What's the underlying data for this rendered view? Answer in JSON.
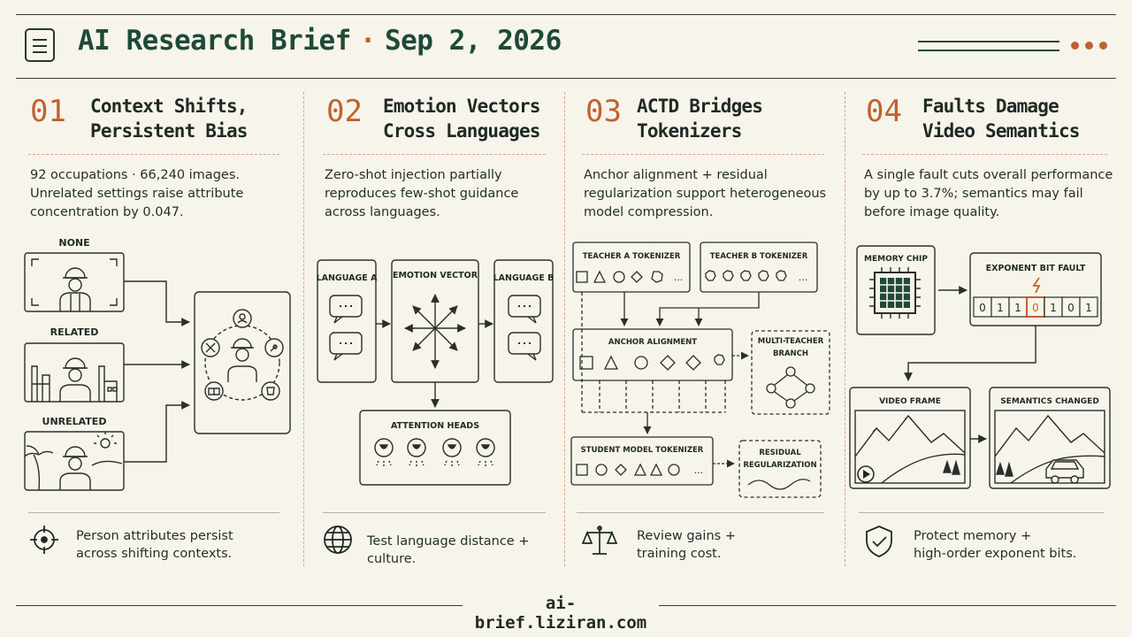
{
  "header": {
    "title": "AI Research Brief",
    "separator": "·",
    "date": "Sep 2, 2026",
    "logo_icon": "document-icon"
  },
  "colors": {
    "accent": "#c0622e",
    "brand": "#1f4a37",
    "ink": "#1f2a24",
    "paper": "#f7f4ec"
  },
  "panels": [
    {
      "number": "01",
      "title_lines": [
        "Context Shifts,",
        "Persistent Bias"
      ],
      "body_lines": [
        "92 occupations · 66,240 images.",
        "Unrelated settings raise attribute",
        "concentration by 0.047."
      ],
      "diagram": {
        "label_none": "NONE",
        "label_related": "RELATED",
        "label_unrelated": "UNRELATED"
      },
      "footer_icon": "crosshair-icon",
      "footer_lines": [
        "Person attributes persist",
        "across shifting contexts."
      ]
    },
    {
      "number": "02",
      "title_lines": [
        "Emotion Vectors",
        "Cross Languages"
      ],
      "body_lines": [
        "Zero-shot injection partially",
        "reproduces few-shot guidance",
        "across languages."
      ],
      "diagram": {
        "language_a": "LANGUAGE A",
        "emotion_vector": "EMOTION VECTOR",
        "language_b": "LANGUAGE B",
        "attention_heads": "ATTENTION HEADS"
      },
      "footer_icon": "globe-icon",
      "footer_lines": [
        "Test language distance + culture."
      ]
    },
    {
      "number": "03",
      "title_lines": [
        "ACTD Bridges",
        "Tokenizers"
      ],
      "body_lines": [
        "Anchor alignment + residual",
        "regularization support heterogeneous",
        "model compression."
      ],
      "diagram": {
        "teacher_a": "TEACHER A TOKENIZER",
        "teacher_b": "TEACHER B TOKENIZER",
        "anchor_alignment": "ANCHOR ALIGNMENT",
        "multi_teacher_1": "MULTI-TEACHER",
        "multi_teacher_2": "BRANCH",
        "student": "STUDENT MODEL TOKENIZER",
        "residual_1": "RESIDUAL",
        "residual_2": "REGULARIZATION",
        "ellipsis": "..."
      },
      "footer_icon": "scales-icon",
      "footer_lines": [
        "Review gains +",
        "training cost."
      ]
    },
    {
      "number": "04",
      "title_lines": [
        "Faults Damage",
        "Video Semantics"
      ],
      "body_lines": [
        "A single fault cuts overall performance",
        "by up to 3.7%; semantics may fail",
        "before image quality."
      ],
      "diagram": {
        "memory_chip": "MEMORY CHIP",
        "exponent_fault": "EXPONENT BIT FAULT",
        "bits": [
          "0",
          "1",
          "1",
          "0",
          "1",
          "0",
          "1"
        ],
        "flipped_index": 3,
        "video_frame": "VIDEO FRAME",
        "semantics_changed": "SEMANTICS CHANGED"
      },
      "footer_icon": "shield-check-icon",
      "footer_lines": [
        "Protect memory +",
        "high-order exponent bits."
      ]
    }
  ],
  "footer": {
    "url": "ai-brief.liziran.com"
  }
}
